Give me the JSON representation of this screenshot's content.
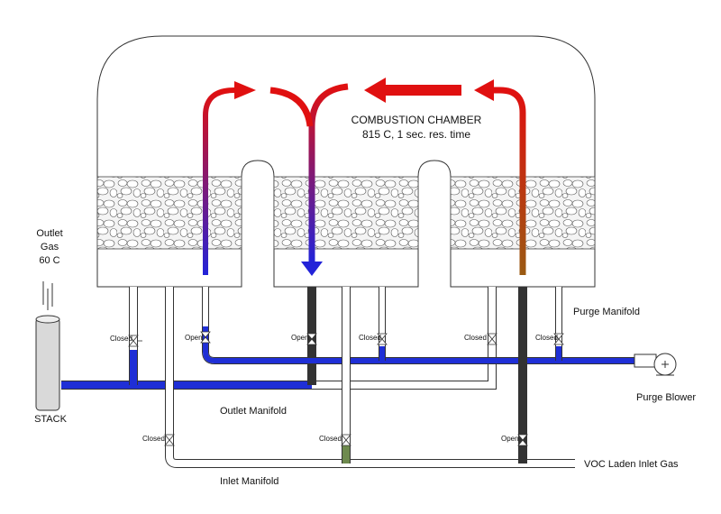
{
  "chamber": {
    "title": "COMBUSTION CHAMBER",
    "subtitle": "815 C, 1 sec. res. time"
  },
  "labels": {
    "outlet_gas_line1": "Outlet",
    "outlet_gas_line2": "Gas",
    "outlet_gas_line3": "60 C",
    "stack": "STACK",
    "outlet_manifold": "Outlet Manifold",
    "inlet_manifold": "Inlet Manifold",
    "purge_manifold": "Purge Manifold",
    "purge_blower": "Purge Blower",
    "voc_inlet": "VOC Laden Inlet Gas"
  },
  "valves": {
    "outlet_1": "Closed",
    "purge_1": "Open",
    "outlet_2": "Open",
    "purge_2": "Closed",
    "outlet_3": "Closed",
    "purge_3": "Closed",
    "inlet_1": "Closed",
    "inlet_2": "Closed",
    "inlet_3": "Open"
  },
  "colors": {
    "outlet_flow": "#1f2fd6",
    "purge_flow": "#1f2fd6",
    "inlet_flow": "#4f6b34",
    "hot_flow": "#e01010",
    "pipe_idle": "#ffffff",
    "outline": "#333333"
  }
}
